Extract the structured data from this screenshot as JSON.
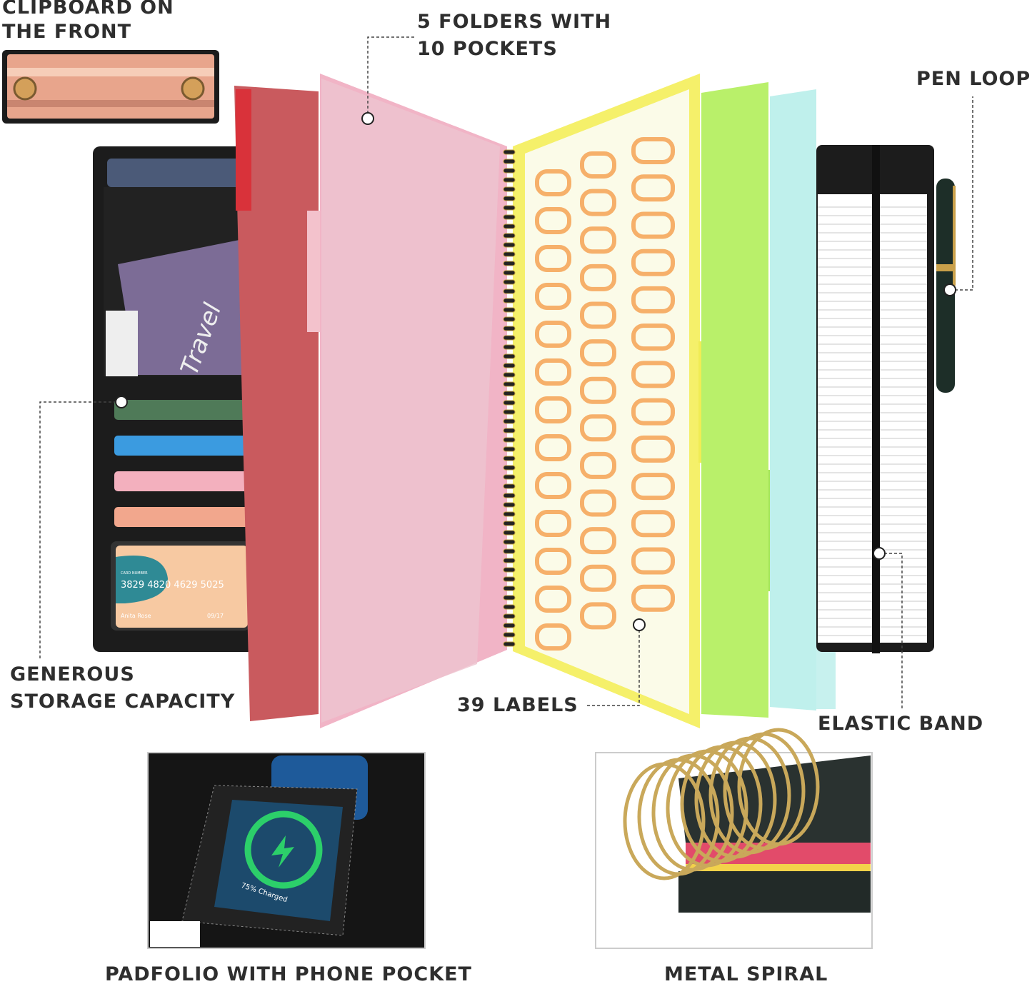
{
  "callouts": {
    "clipboard": [
      "CLIPBOARD ON",
      "THE FRONT"
    ],
    "folders": [
      "5 FOLDERS WITH",
      "10 POCKETS"
    ],
    "pen_loop": "PEN LOOP",
    "storage": [
      "GENEROUS",
      "STORAGE CAPACITY"
    ],
    "labels": "39 LABELS",
    "elastic": "ELASTIC BAND",
    "padfolio": "PADFOLIO WITH PHONE POCKET",
    "spiral": "METAL SPIRAL"
  },
  "card": {
    "label": "CARD NUMBER",
    "number": "3829 4820 4629 5025",
    "name": "Anita Rose",
    "expiry": "09/17"
  },
  "travel_card_text": "Travel",
  "phone": {
    "status": "75% Charged",
    "charge_percent": 75
  },
  "colors": {
    "red_folder": "#c95a5e",
    "pink_folder": "#f1b4c6",
    "yellow_folder": "#f5f06a",
    "green_folder": "#b9f06a",
    "cyan_folder": "#bff0ec",
    "leather": "#1c1c1c",
    "rose_gold": "#e8a58c",
    "label_orange": "#f6b06a"
  }
}
